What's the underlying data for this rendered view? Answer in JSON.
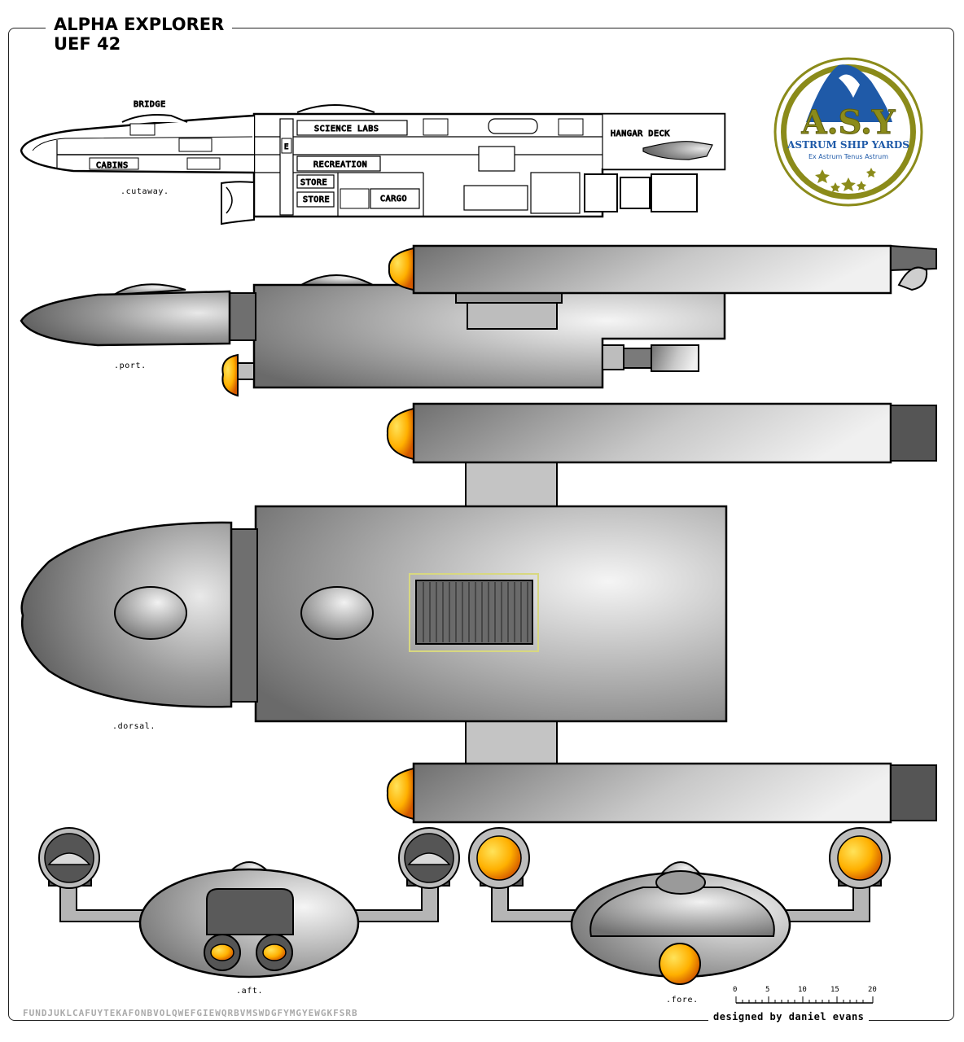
{
  "title": {
    "line1": "ALPHA EXPLORER",
    "line2": "UEF 42"
  },
  "cutaway_labels": {
    "bridge": "BRIDGE",
    "cabins": "CABINS",
    "science_labs": "SCIENCE LABS",
    "recreation": "RECREATION",
    "store_upper": "STORE",
    "store_lower": "STORE",
    "cargo": "CARGO",
    "hangar_deck": "HANGAR DECK",
    "elevator": "E"
  },
  "view_captions": {
    "cutaway": ".cutaway.",
    "port": ".port.",
    "dorsal": ".dorsal.",
    "aft": ".aft.",
    "fore": ".fore."
  },
  "logo": {
    "initials": "A.S.Y",
    "name": "ASTRUM SHIP YARDS",
    "motto": "Ex Astrum Tenus Astrum"
  },
  "scale_bar": {
    "ticks": [
      "0",
      "5",
      "10",
      "15",
      "20"
    ]
  },
  "signature": "designed by daniel evans",
  "glyph_strip": "FUNDJUKLCAFUYTEKAFONBVOLQWEFGIEWQRBVMSWDGFYMGYEWGKFSRB",
  "colors": {
    "hull_light": "#f2f2f2",
    "hull_dark": "#6e6e6e",
    "engine_glow": "#ffb300",
    "logo_gold": "#8b8b1a",
    "logo_blue": "#1f5aa8"
  }
}
